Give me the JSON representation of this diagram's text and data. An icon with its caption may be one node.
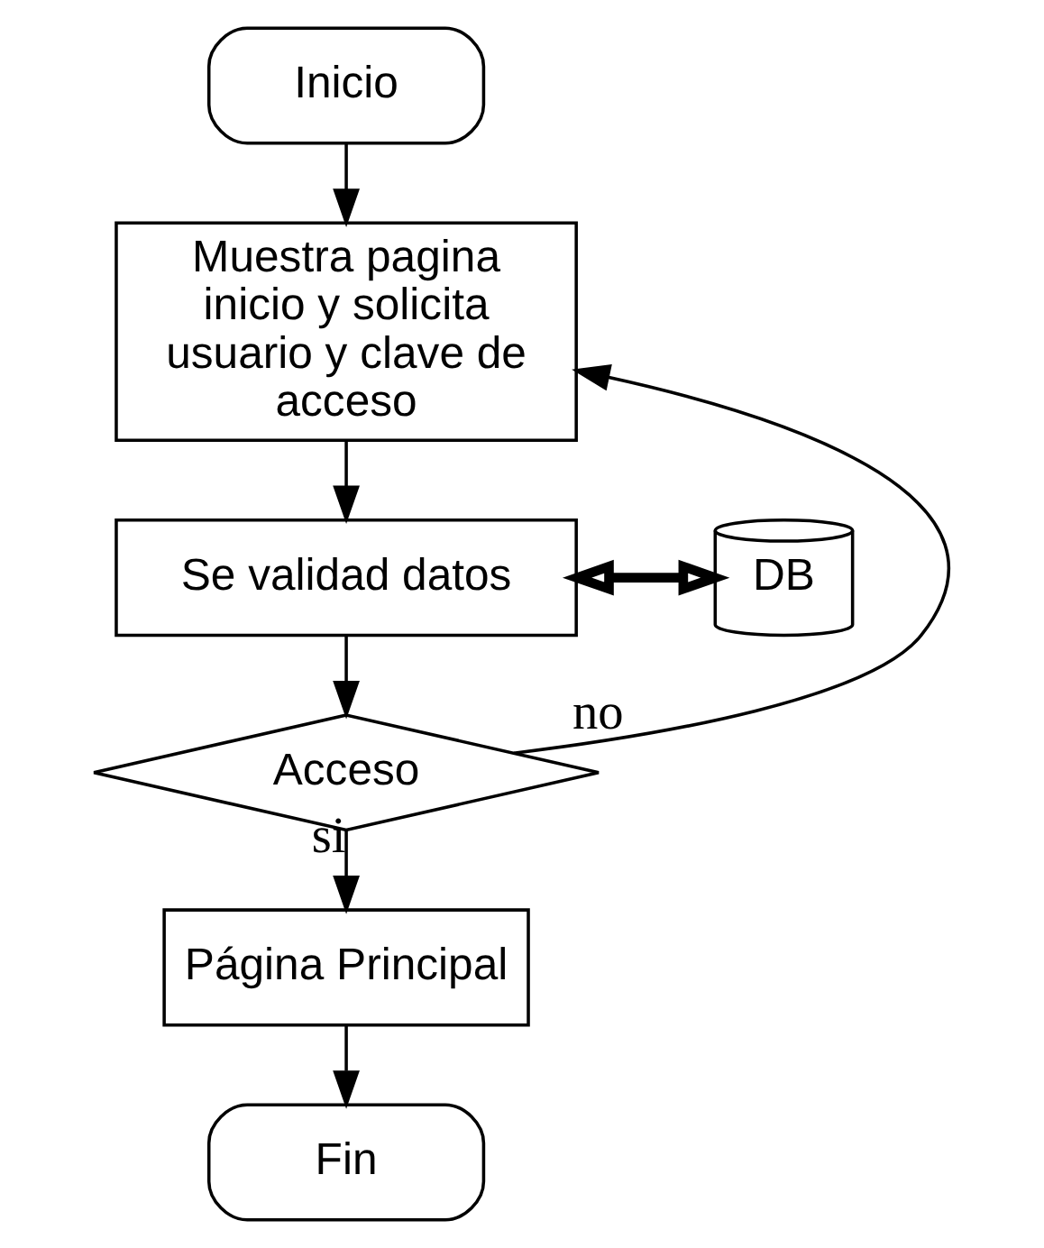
{
  "diagram": {
    "nodes": [
      {
        "text": [
          "Inicio"
        ]
      },
      {
        "text": [
          "Muestra pagina inicio y solicita usuario y clave de acceso"
        ]
      },
      {
        "text": [
          "Se validad datos"
        ]
      },
      {
        "text": [
          "DB"
        ]
      },
      {
        "text": [
          "Acceso"
        ]
      },
      {
        "text": [
          "Página Principal"
        ]
      },
      {
        "text": [
          "Fin"
        ]
      }
    ],
    "edges": [
      {
        "from": 0,
        "to": 1,
        "arrow": "to"
      },
      {
        "from": 1,
        "to": 2,
        "arrow": "to"
      },
      {
        "from": 2,
        "to": 3,
        "arrow": "both",
        "style": "thick"
      },
      {
        "from": 2,
        "to": 4,
        "arrow": "to"
      },
      {
        "from": 4,
        "to": 1,
        "arrow": "to",
        "label": "no"
      },
      {
        "from": 4,
        "to": 5,
        "arrow": "to",
        "label": "si"
      },
      {
        "from": 5,
        "to": 6,
        "arrow": "to"
      }
    ]
  }
}
